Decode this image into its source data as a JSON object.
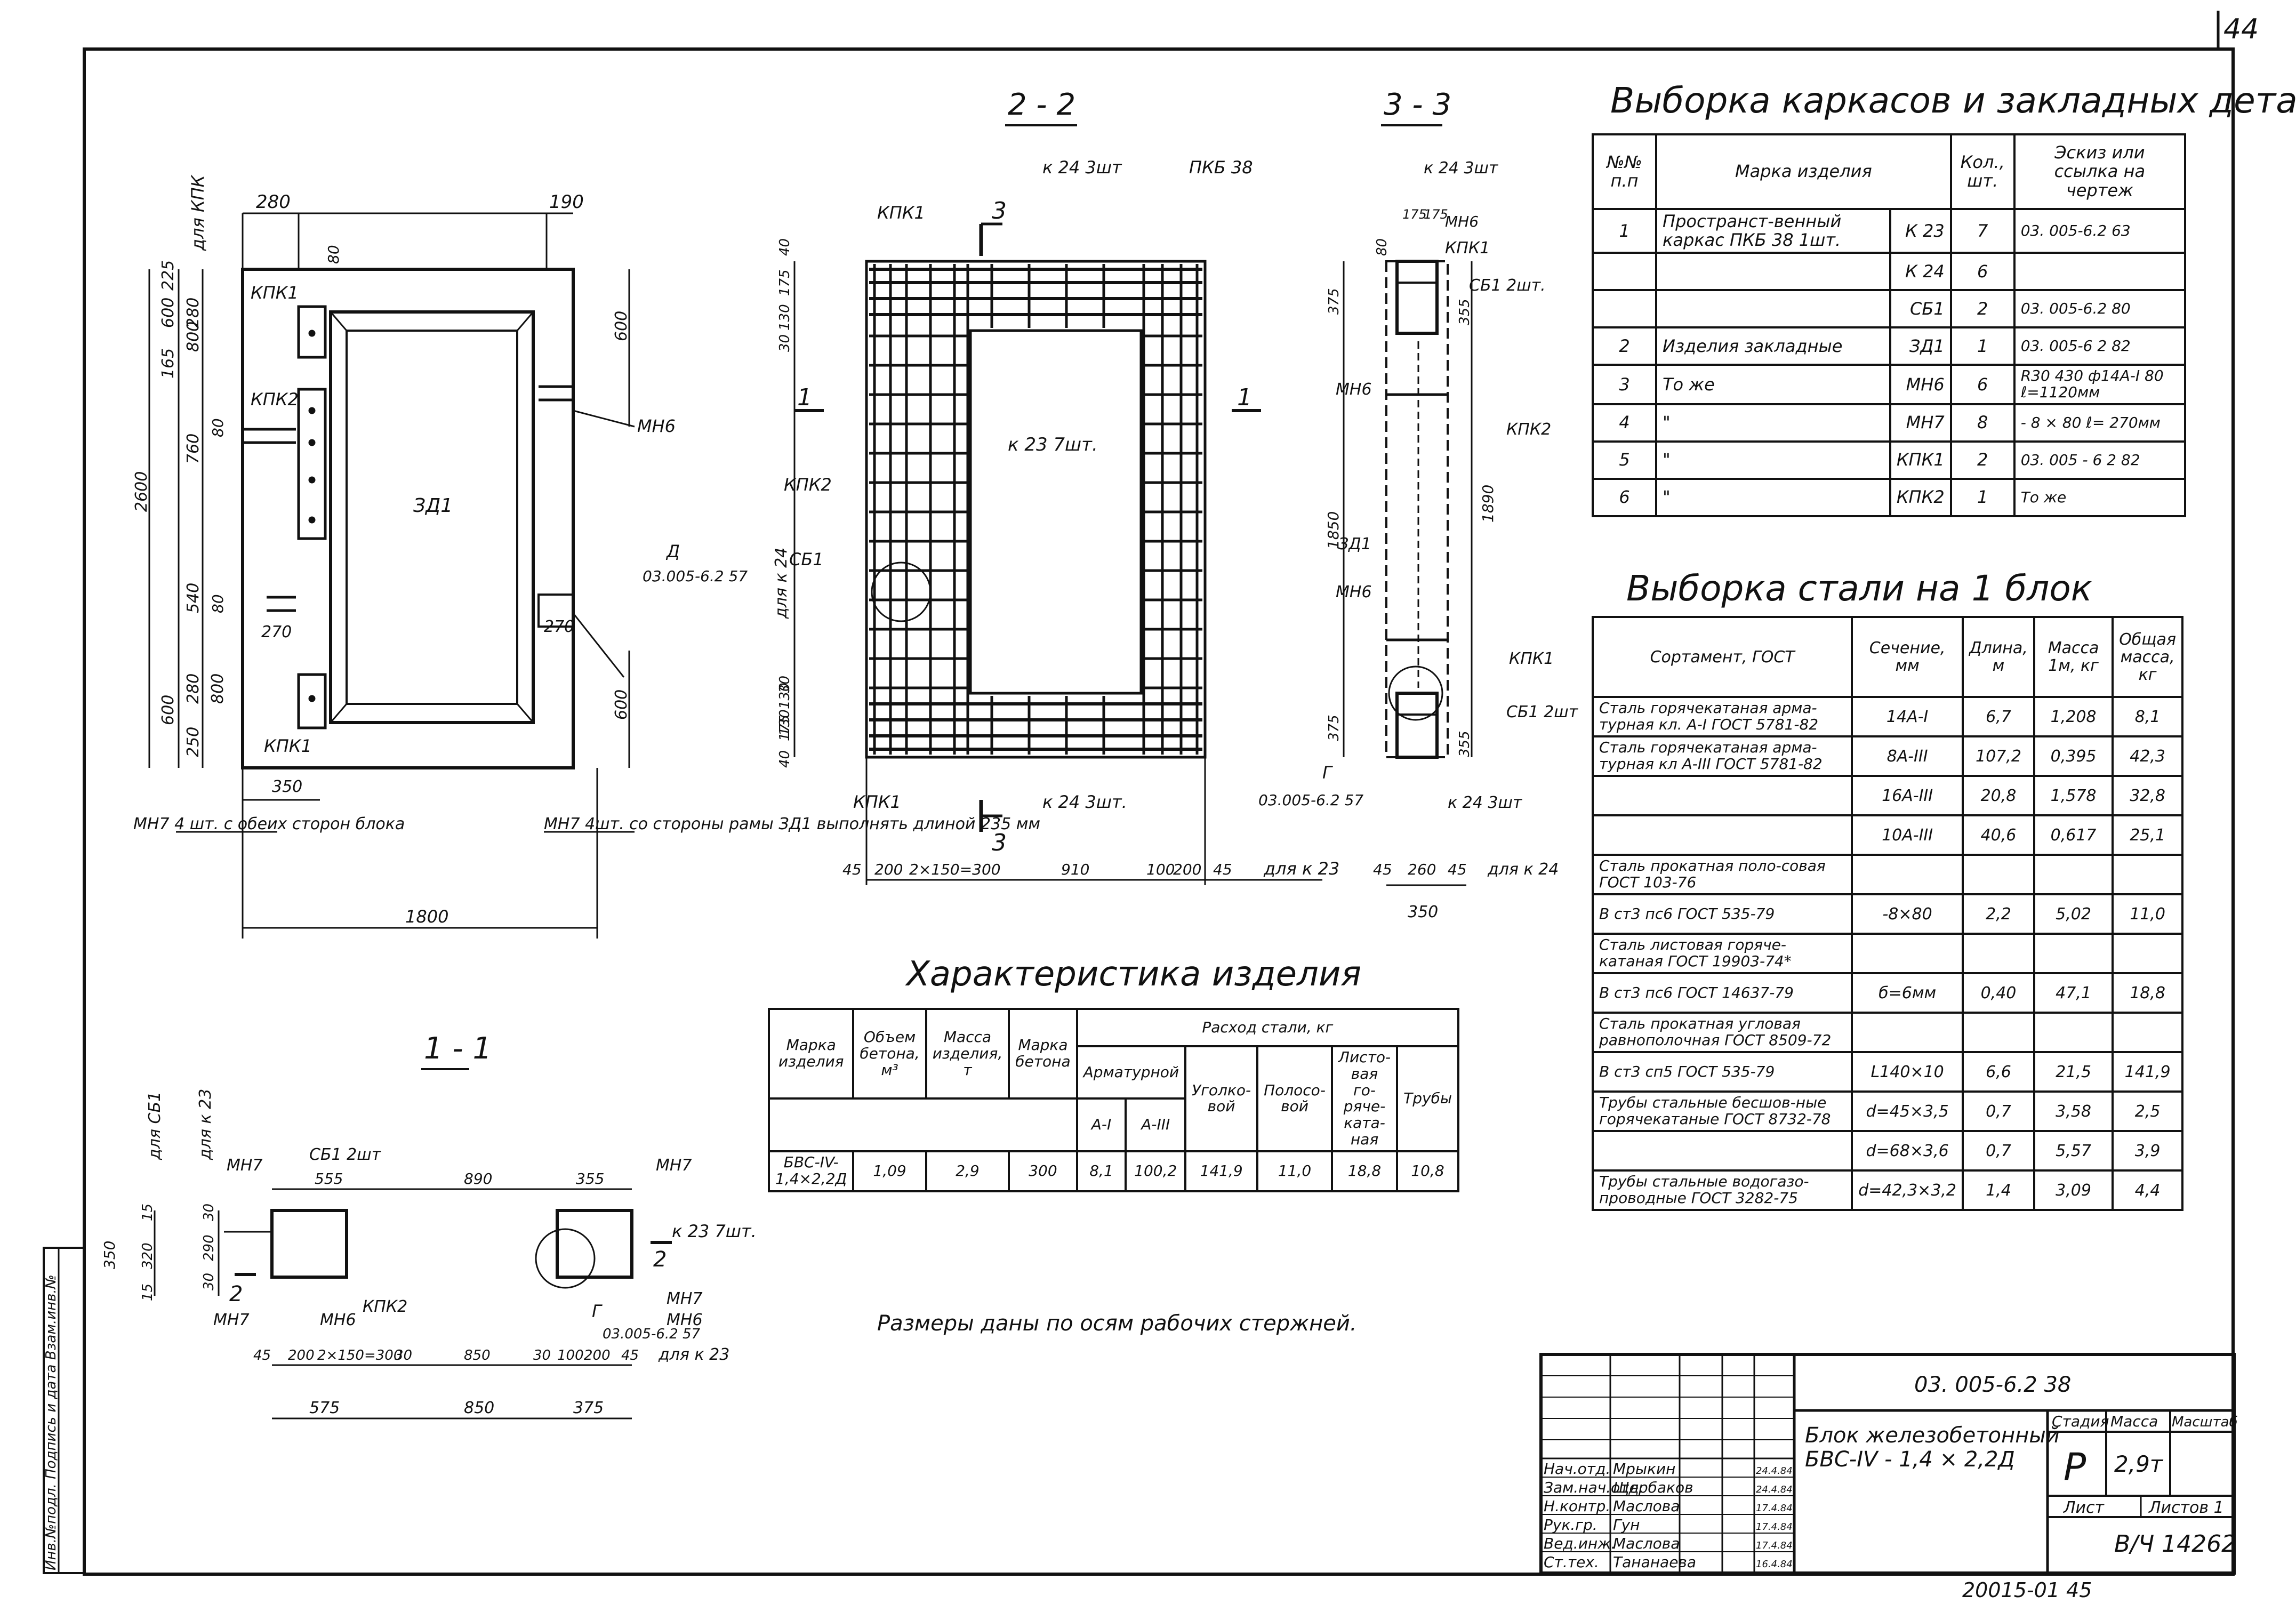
{
  "sheet": {
    "page_number": "44",
    "doc_code": "03. 005-6.2  38",
    "title_line1": "Блок   железобетонный",
    "title_line2": "БВС-IV - 1,4 × 2,2Д",
    "stage_header": "Стадия",
    "mass_header": "Масса",
    "scale_header": "Масштаб",
    "stage_value": "Р",
    "mass_value": "2,9т",
    "list_header": "Лист",
    "lists_header": "Листов 1",
    "archive_no": "В/Ч 14262",
    "bottom_code": "20015-01  45",
    "side_stamp": "Инв.№подл.  Подпись и дата  Взам.инв.№",
    "signatures": [
      {
        "role": "Нач.отд.",
        "name": "Мрыкин",
        "date": "24.4.84"
      },
      {
        "role": "Зам.нач.отд.",
        "name": "Щербаков",
        "date": "24.4.84"
      },
      {
        "role": "Н.контр.",
        "name": "Маслова",
        "date": "17.4.84"
      },
      {
        "role": "Рук.гр.",
        "name": "Гун",
        "date": "17.4.84"
      },
      {
        "role": "Вед.инж.",
        "name": "Маслова",
        "date": "17.4.84"
      },
      {
        "role": "Ст.тех.",
        "name": "Тананаева",
        "date": "16.4.84"
      }
    ]
  },
  "views": {
    "front_label": "для КПК",
    "section22_title": "2 - 2",
    "section33_title": "3 - 3",
    "section11_title": "1 - 1",
    "note": "Размеры даны по осям рабочих стержней."
  },
  "front": {
    "dims_top": [
      "280",
      "190",
      "80"
    ],
    "dims_left": [
      "600",
      "225",
      "280",
      "165",
      "800",
      "80",
      "760",
      "2600",
      "540",
      "80",
      "280",
      "600",
      "250",
      "800"
    ],
    "dims_right": [
      "600",
      "600"
    ],
    "labels": [
      "КПК1",
      "КПК2",
      "ЗД1",
      "МН6",
      "КПК1",
      "270",
      "270",
      "350",
      "1800"
    ],
    "note_left": "МН7  4 шт. с обеих сторон блока",
    "note_right": "МН7  4шт. со стороны рамы ЗД1 выполнять длиной 235 мм",
    "detail": "Д",
    "detail_ref": "03.005-6.2 57"
  },
  "sec22": {
    "labels": [
      "КПК1",
      "к 24  3шт",
      "ПКБ 38",
      "КПК2",
      "к 23  7шт.",
      "СБ1",
      "для к 24",
      "КПК1",
      "к 24  3шт."
    ],
    "dims_left": [
      "40",
      "175",
      "130",
      "130",
      "30",
      "30",
      "130",
      "175",
      "40"
    ],
    "dims_bottom": [
      "45",
      "200",
      "2×150=300",
      "910",
      "100",
      "200",
      "45"
    ],
    "bottom_note": "для к 23",
    "cut": "3"
  },
  "sec33": {
    "labels": [
      "к 24  3шт",
      "МН6",
      "КПК1",
      "СБ1  2шт.",
      "МН6",
      "КПК2",
      "ЗД1",
      "МН6",
      "КПК1",
      "СБ1  2шт",
      "к 24  3шт"
    ],
    "dims_top": [
      "175",
      "175"
    ],
    "dims": [
      "80",
      "375",
      "355",
      "1850",
      "1890",
      "375",
      "355"
    ],
    "dims_bottom": [
      "45",
      "260",
      "45",
      "350"
    ],
    "bottom_note": "для  к 24",
    "detail": "Г",
    "detail_ref": "03.005-6.2  57"
  },
  "sec11": {
    "labels": [
      "СБ1  2шт",
      "МН7",
      "МН7",
      "к 23  7шт.",
      "МН7",
      "МН6",
      "КПК2",
      "МН7",
      "МН6",
      "для СБ1",
      "для к 23"
    ],
    "dims_top": [
      "555",
      "890",
      "355"
    ],
    "dims_left": [
      "350",
      "15",
      "320",
      "15",
      "30",
      "290",
      "30"
    ],
    "dims_bottom": [
      "45",
      "200",
      "2×150=300",
      "30",
      "850",
      "30",
      "100",
      "200",
      "45"
    ],
    "dims_bottom2": [
      "575",
      "850",
      "375"
    ],
    "bottom_note": "для  к 23",
    "detail": "Г",
    "detail_ref": "03.005-6.2  57"
  },
  "spec_table": {
    "title": "Выборка   каркасов   и  закладных   деталей",
    "headers": [
      "№№ п.п",
      "Марка изделия",
      "Кол., шт.",
      "Эскиз  или ссылка  на чертеж"
    ],
    "rows": [
      {
        "no": "1",
        "name": "Пространст-венный каркас ПКБ 38  1шт.",
        "sub": "К 23",
        "qty": "7",
        "ref": "03. 005-6.2  63"
      },
      {
        "no": "",
        "name": "",
        "sub": "К 24",
        "qty": "6",
        "ref": ""
      },
      {
        "no": "",
        "name": "",
        "sub": "СБ1",
        "qty": "2",
        "ref": "03. 005-6.2  80"
      },
      {
        "no": "2",
        "name": "Изделия   закладные",
        "sub": "ЗД1",
        "qty": "1",
        "ref": "03. 005-6 2  82"
      },
      {
        "no": "3",
        "name": "То же",
        "sub": "МН6",
        "qty": "6",
        "ref": "R30  430  ф14А-I  80  ℓ=1120мм"
      },
      {
        "no": "4",
        "name": "\"",
        "sub": "МН7",
        "qty": "8",
        "ref": "- 8 × 80   ℓ= 270мм"
      },
      {
        "no": "5",
        "name": "\"",
        "sub": "КПК1",
        "qty": "2",
        "ref": "03. 005 - 6 2  82"
      },
      {
        "no": "6",
        "name": "\"",
        "sub": "КПК2",
        "qty": "1",
        "ref": "То  же"
      }
    ]
  },
  "steel_table": {
    "title": "Выборка    стали   на  1  блок",
    "headers": [
      "Сортамент, ГОСТ",
      "Сечение, мм",
      "Длина, м",
      "Масса 1м, кг",
      "Общая масса, кг"
    ],
    "rows": [
      {
        "name": "Сталь  горячекатаная  арма-турная  кл. А-I  ГОСТ 5781-82",
        "sec": "14А-I",
        "len": "6,7",
        "m1": "1,208",
        "tot": "8,1"
      },
      {
        "name": "Сталь  горячекатаная  арма-турная  кл А-III  ГОСТ 5781-82",
        "sec": "8А-III",
        "len": "107,2",
        "m1": "0,395",
        "tot": "42,3"
      },
      {
        "name": "",
        "sec": "16А-III",
        "len": "20,8",
        "m1": "1,578",
        "tot": "32,8"
      },
      {
        "name": "",
        "sec": "10А-III",
        "len": "40,6",
        "m1": "0,617",
        "tot": "25,1"
      },
      {
        "name": "Сталь  прокатная  поло-совая   ГОСТ 103-76",
        "sec": "",
        "len": "",
        "m1": "",
        "tot": ""
      },
      {
        "name": "В ст3  пс6   ГОСТ 535-79",
        "sec": "-8×80",
        "len": "2,2",
        "m1": "5,02",
        "tot": "11,0"
      },
      {
        "name": "Сталь  листовая  горяче-катаная   ГОСТ 19903-74*",
        "sec": "",
        "len": "",
        "m1": "",
        "tot": ""
      },
      {
        "name": "В ст3  пс6   ГОСТ 14637-79",
        "sec": "б=6мм",
        "len": "0,40",
        "m1": "47,1",
        "tot": "18,8"
      },
      {
        "name": "Сталь  прокатная  угловая равнополочная  ГОСТ 8509-72",
        "sec": "",
        "len": "",
        "m1": "",
        "tot": ""
      },
      {
        "name": "В ст3  сп5   ГОСТ 535-79",
        "sec": "L140×10",
        "len": "6,6",
        "m1": "21,5",
        "tot": "141,9"
      },
      {
        "name": "Трубы  стальные  бесшов-ные  горячекатаные  ГОСТ 8732-78",
        "sec": "d=45×3,5",
        "len": "0,7",
        "m1": "3,58",
        "tot": "2,5"
      },
      {
        "name": "",
        "sec": "d=68×3,6",
        "len": "0,7",
        "m1": "5,57",
        "tot": "3,9"
      },
      {
        "name": "Трубы  стальные  водогазо-проводные  ГОСТ 3282-75",
        "sec": "d=42,3×3,2",
        "len": "1,4",
        "m1": "3,09",
        "tot": "4,4"
      }
    ]
  },
  "char_table": {
    "title": "Характеристика   изделия",
    "h_mark": "Марка изделия",
    "h_vol": "Объем бетона, м³",
    "h_mass": "Масса изделия, т",
    "h_concrete": "Марка бетона",
    "h_steel": "Расход  стали, кг",
    "h_rebar": "Арматурной",
    "h_a1": "А-I",
    "h_a3": "А-III",
    "h_angle": "Уголко-вой",
    "h_strip": "Полосо-вой",
    "h_sheet": "Листо-вая го-ряче-ката-ная",
    "h_pipes": "Трубы",
    "row": [
      "БВС-IV-1,4×2,2Д",
      "1,09",
      "2,9",
      "300",
      "8,1",
      "100,2",
      "141,9",
      "11,0",
      "18,8",
      "10,8"
    ]
  }
}
